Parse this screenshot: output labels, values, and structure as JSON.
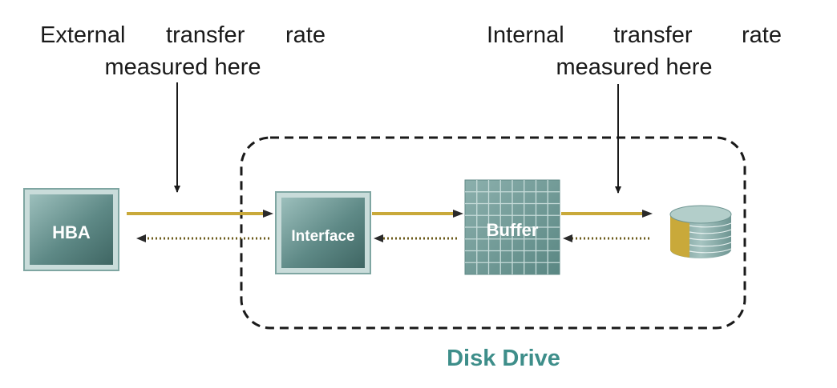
{
  "external_label": {
    "line1": [
      "External",
      "transfer",
      "rate"
    ],
    "line2": "measured here"
  },
  "internal_label": {
    "line1": [
      "Internal",
      "transfer",
      "rate"
    ],
    "line2": "measured here"
  },
  "hba": "HBA",
  "interface": "Interface",
  "buffer": "Buffer",
  "disk_drive": "Disk Drive",
  "colors": {
    "box_fill_dark": "#4f7a77",
    "box_fill_light": "#8fb3b0",
    "box_border": "#b7d2cf",
    "data_line": "#c9a93a",
    "disk_side": "#c9a93a",
    "disk_platter": "#86a7a4",
    "title_teal": "#3e8e8a"
  }
}
